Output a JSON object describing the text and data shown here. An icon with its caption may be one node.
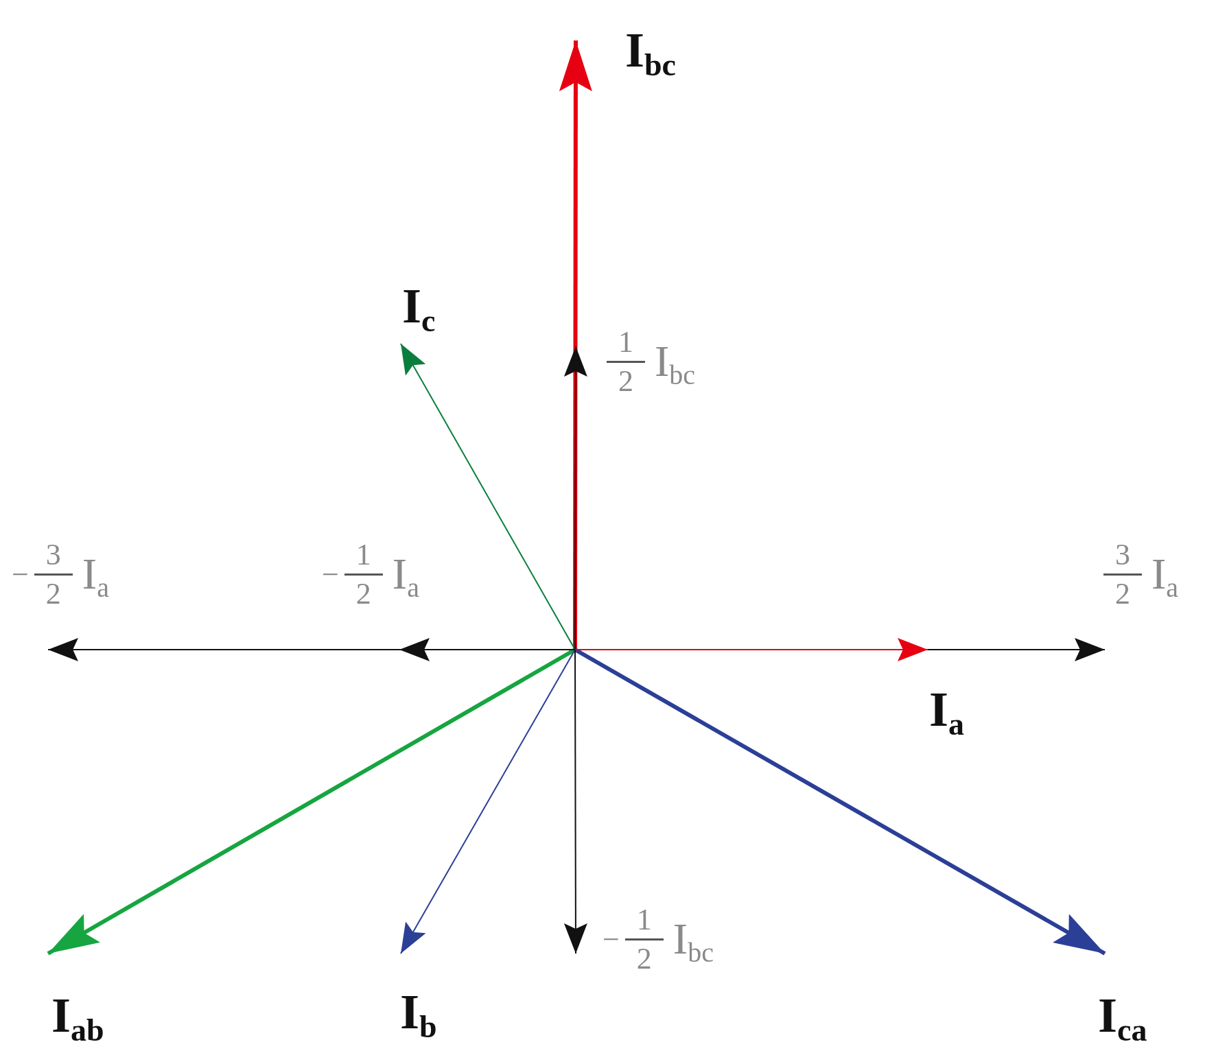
{
  "diagram": {
    "nodes": [
      {
        "text": [
          "I$_{bc}$"
        ]
      },
      {
        "text": [
          "I$_{c}$"
        ]
      },
      {
        "text": [
          "1",
          "2",
          "I$_{bc}$"
        ]
      },
      {
        "text": [
          "−",
          "3",
          "2",
          "I$_{a}$"
        ]
      },
      {
        "text": [
          "−",
          "1",
          "2",
          "I$_{a}$"
        ]
      },
      {
        "text": [
          "3",
          "2",
          "I$_{a}$"
        ]
      },
      {
        "text": [
          "I$_{a}$"
        ]
      },
      {
        "text": [
          "I$_{ab}$"
        ]
      },
      {
        "text": [
          "I$_{b}$"
        ]
      },
      {
        "text": [
          "−",
          "1",
          "2",
          "I$_{bc}$"
        ]
      },
      {
        "text": [
          "I$_{ca}$"
        ]
      }
    ],
    "edges": [
      {
        "from": null,
        "to": 0,
        "arrow": "to",
        "style": "thick",
        "color": "#e60012"
      },
      {
        "from": null,
        "to": 1,
        "arrow": "to",
        "color": "#0a7f3c"
      },
      {
        "from": null,
        "to": 2,
        "arrow": "to"
      },
      {
        "from": null,
        "to": 3,
        "arrow": "to"
      },
      {
        "from": null,
        "to": 4,
        "arrow": "to"
      },
      {
        "from": null,
        "to": 5,
        "arrow": "to"
      },
      {
        "from": null,
        "to": 6,
        "arrow": "to",
        "color": "#e60012"
      },
      {
        "from": null,
        "to": 7,
        "arrow": "to",
        "style": "thick",
        "color": "#16a540"
      },
      {
        "from": null,
        "to": 8,
        "arrow": "to",
        "color": "#2b3f97"
      },
      {
        "from": null,
        "to": 9,
        "arrow": "to"
      },
      {
        "from": null,
        "to": 10,
        "arrow": "to",
        "style": "thick",
        "color": "#2b3f97"
      }
    ]
  }
}
